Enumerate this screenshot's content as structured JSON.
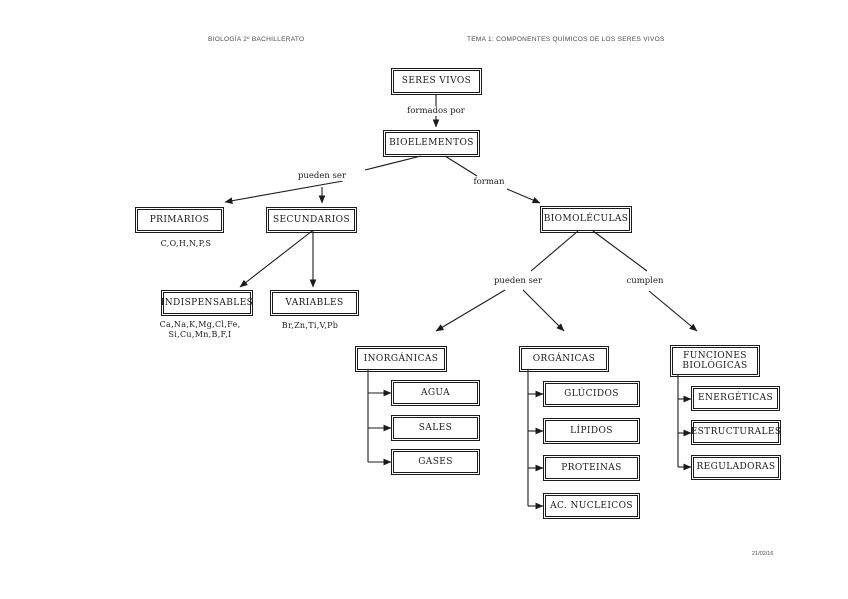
{
  "page": {
    "header_left": "BIOLOGÍA 2º BACHILLERATO",
    "header_right": "TEMA 1: COMPONENTES QUÍMICOS DE LOS SERES VIVOS",
    "footer_date": "21/02/16"
  },
  "map": {
    "seres_vivos": "SERES VIVOS",
    "edge_formados_por": "formados por",
    "bioelementos": "BIOELEMENTOS",
    "edge_pueden_ser_left": "pueden ser",
    "edge_forman": "forman",
    "primarios": "PRIMARIOS",
    "primarios_elements": "C,O,H,N,P,S",
    "secundarios": "SECUNDARIOS",
    "indispensables": "INDISPENSABLES",
    "indispensables_elements_line1": "Ca,Na,K,Mg,Cl,Fe,",
    "indispensables_elements_line2": "Si,Cu,Mn,B,F,I",
    "variables": "VARIABLES",
    "variables_elements": "Br,Zn,Ti,V,Pb",
    "biomoleculas": "BIOMOLÉCULAS",
    "edge_pueden_ser_right": "pueden ser",
    "edge_cumplen": "cumplen",
    "inorganicas": "INORGÁNICAS",
    "inorganicas_types": [
      "AGUA",
      "SALES",
      "GASES"
    ],
    "organicas": "ORGÁNICAS",
    "organicas_types": [
      "GLÚCIDOS",
      "LÍPIDOS",
      "PROTEINAS",
      "AC. NUCLEICOS"
    ],
    "funciones_biologicas": "FUNCIONES BIOLÓGICAS",
    "funciones_types": [
      "ENERGÉTICAS",
      "ESTRUCTURALES",
      "REGULADORAS"
    ]
  }
}
